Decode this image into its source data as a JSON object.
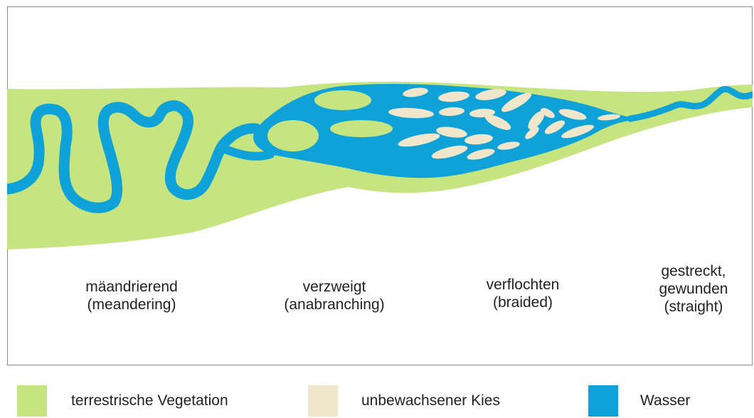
{
  "colors": {
    "vegetation": "#c6e581",
    "gravel": "#efe6cb",
    "water": "#0ea2d8"
  },
  "sections": [
    {
      "line1": "mäandrierend",
      "line2": "(meandering)"
    },
    {
      "line1": "verzweigt",
      "line2": "(anabranching)"
    },
    {
      "line1": "verflochten",
      "line2": "(braided)"
    },
    {
      "line1": "gestreckt,",
      "line2": "gewunden",
      "line3": "(straight)"
    }
  ],
  "legend": [
    {
      "label": "terrestrische Vegetation"
    },
    {
      "label": "unbewachsener Kies"
    },
    {
      "label": "Wasser"
    }
  ]
}
